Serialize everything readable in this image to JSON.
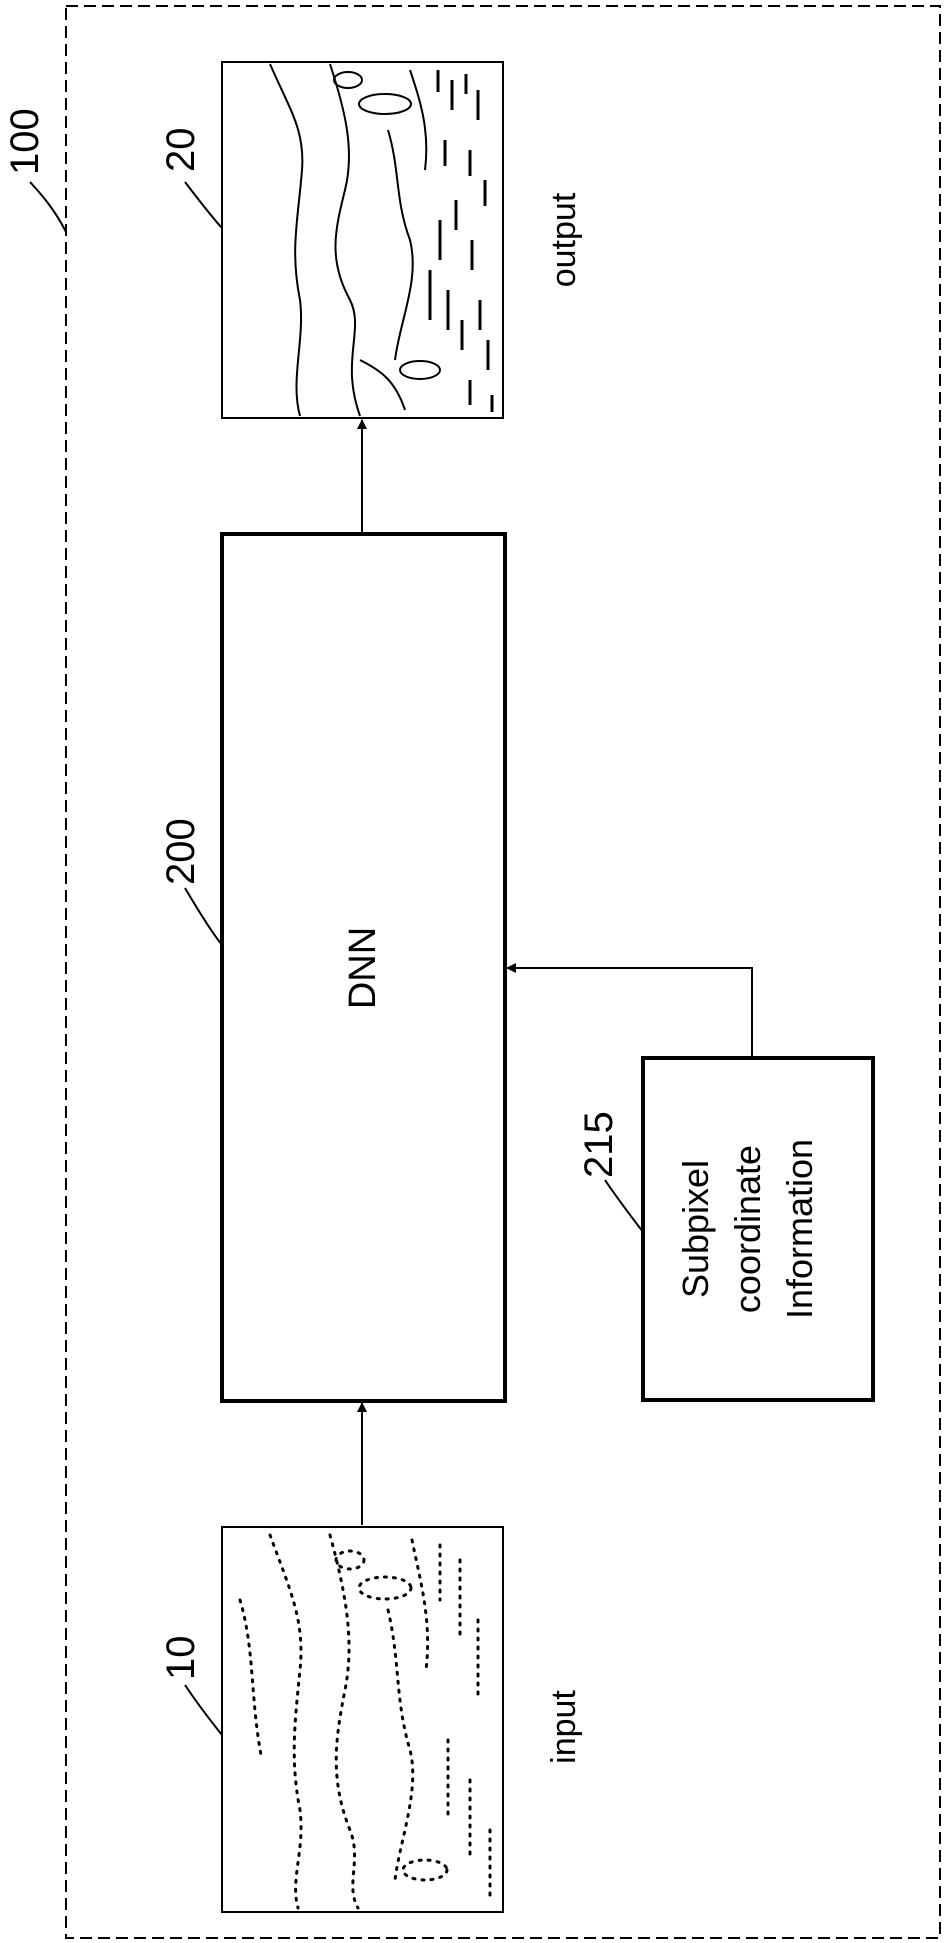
{
  "figure": {
    "system_ref": "100",
    "input_image": {
      "ref": "10",
      "caption": "input"
    },
    "output_image": {
      "ref": "20",
      "caption": "output"
    },
    "network": {
      "ref": "200",
      "label": "DNN"
    },
    "side_info": {
      "ref": "215",
      "lines": [
        "Subpixel",
        "coordinate",
        "Information"
      ]
    }
  }
}
